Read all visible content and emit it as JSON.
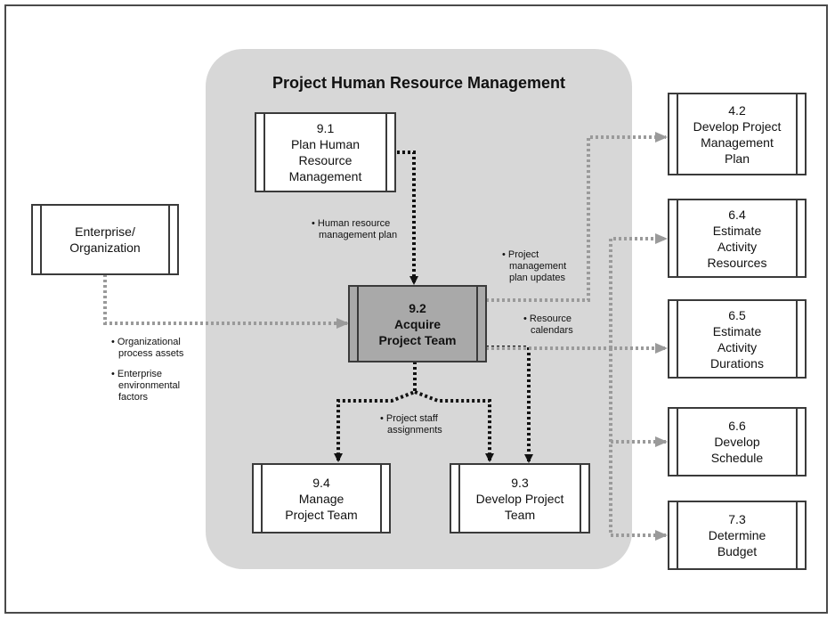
{
  "diagram": {
    "group_title": "Project Human Resource Management",
    "processes": {
      "p9_1": {
        "number": "9.1",
        "lines": [
          "Plan Human",
          "Resource",
          "Management"
        ]
      },
      "p9_2": {
        "number": "9.2",
        "lines": [
          "Acquire",
          "Project Team"
        ]
      },
      "p9_3": {
        "number": "9.3",
        "lines": [
          "Develop Project",
          "Team"
        ]
      },
      "p9_4": {
        "number": "9.4",
        "lines": [
          "Manage",
          "Project Team"
        ]
      },
      "p4_2": {
        "number": "4.2",
        "lines": [
          "Develop Project",
          "Management",
          "Plan"
        ]
      },
      "p6_4": {
        "number": "6.4",
        "lines": [
          "Estimate",
          "Activity",
          "Resources"
        ]
      },
      "p6_5": {
        "number": "6.5",
        "lines": [
          "Estimate",
          "Activity",
          "Durations"
        ]
      },
      "p6_6": {
        "number": "6.6",
        "lines": [
          "Develop",
          "Schedule"
        ]
      },
      "p7_3": {
        "number": "7.3",
        "lines": [
          "Determine",
          "Budget"
        ]
      },
      "enterprise": {
        "lines": [
          "Enterprise/",
          "Organization"
        ]
      }
    },
    "labels": {
      "hr_plan": [
        "• Human resource",
        "management plan"
      ],
      "org_assets": [
        "• Organizational",
        "process assets"
      ],
      "eef": [
        "• Enterprise",
        "environmental",
        "factors"
      ],
      "pm_updates": [
        "• Project",
        "management",
        "plan updates"
      ],
      "resource_calendars": [
        "• Resource",
        "calendars"
      ],
      "staff_assignments": [
        "• Project staff",
        "assignments"
      ]
    },
    "colors": {
      "group_fill": "#d7d7d7",
      "highlight_fill": "#a9a9a9",
      "input_arrow": "#111111",
      "output_arrow": "#9a9a9a"
    }
  }
}
